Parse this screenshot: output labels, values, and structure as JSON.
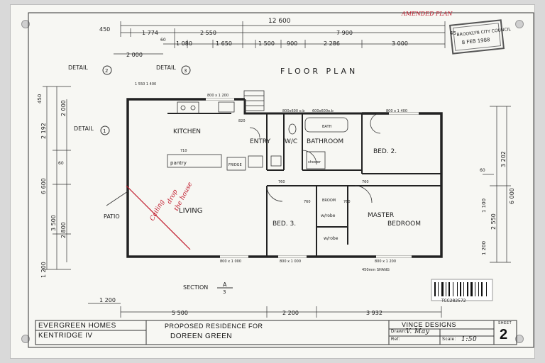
{
  "header": {
    "handwritten_note": "AMENDED PLAN",
    "stamp_text": "BROOKLYN CITY COUNCIL",
    "stamp_date": "8 FEB 1988",
    "title": "FLOOR PLAN"
  },
  "dimensions": {
    "overall_width": "12 600",
    "top_row": [
      "450",
      "1 774",
      "2 550",
      "7 900",
      "45"
    ],
    "second_row": [
      "60",
      "1 080",
      "1 650",
      "1 500",
      "900",
      "2 286",
      "3 000"
    ],
    "detail_width": "2 000",
    "window_seat": "1 550  1 400",
    "left_column": [
      "450",
      "2 192",
      "2 000",
      "6 600",
      "3 500",
      "2 800",
      "1 200",
      "60"
    ],
    "right_column": [
      "3 202",
      "6 000",
      "2 550",
      "1 200",
      "60",
      "1 100"
    ],
    "bottom_row": [
      "5 500",
      "2 200",
      "3 932"
    ],
    "bottom_small": "1 200",
    "shang": "450mm SHANG"
  },
  "details": {
    "detail_2": "DETAIL",
    "detail_2_num": "2",
    "detail_3": "DETAIL",
    "detail_3_num": "3",
    "detail_1": "DETAIL",
    "detail_1_num": "1",
    "section": "SECTION",
    "section_ref": "A",
    "section_num": "3"
  },
  "rooms": {
    "kitchen": "KITCHEN",
    "entry": "ENTRY",
    "wc": "W/C",
    "bathroom": "BATHROOM",
    "bed2": "BED. 2.",
    "living": "LIVING",
    "bed3": "BED. 3.",
    "master": "MASTER",
    "bedroom": "BEDROOM",
    "pantry": "pantry",
    "fridge": "FRIDGE",
    "patio": "PATIO",
    "broom": "BROOM",
    "wrobe1": "w/robe",
    "wrobe2": "w/robe",
    "bath": "BATH",
    "shower": "shower"
  },
  "windows": {
    "kitchen_win": "800 x 1 200",
    "bath_win": "800x600 o.b",
    "bath_win2": "600x600o.b",
    "bed2_win": "800 x 1 400",
    "living_win": "800 x 1 000",
    "bed3_win": "800 x 1 000",
    "master_win": "800 x 1 200",
    "door_820": "820",
    "door_760a": "760",
    "door_760b": "760",
    "door_760c": "760",
    "door_760d": "760",
    "door_710": "710"
  },
  "annotation": {
    "line1": "Ceiling",
    "line2": "drop",
    "line3": "the house"
  },
  "barcode": {
    "code": "TCC282572"
  },
  "title_block": {
    "builder": "EVERGREEN HOMES",
    "model": "KENTRIDGE  IV",
    "proposed": "PROPOSED RESIDENCE FOR",
    "client": "DOREEN GREEN",
    "designer": "VINCE DESIGNS",
    "drawn_label": "Drawn:",
    "drawn_by": "V. May",
    "ref_label": "Ref:",
    "scale_label": "Scale:",
    "scale": "1:50",
    "sheet_label": "SHEET",
    "sheet": "2"
  }
}
